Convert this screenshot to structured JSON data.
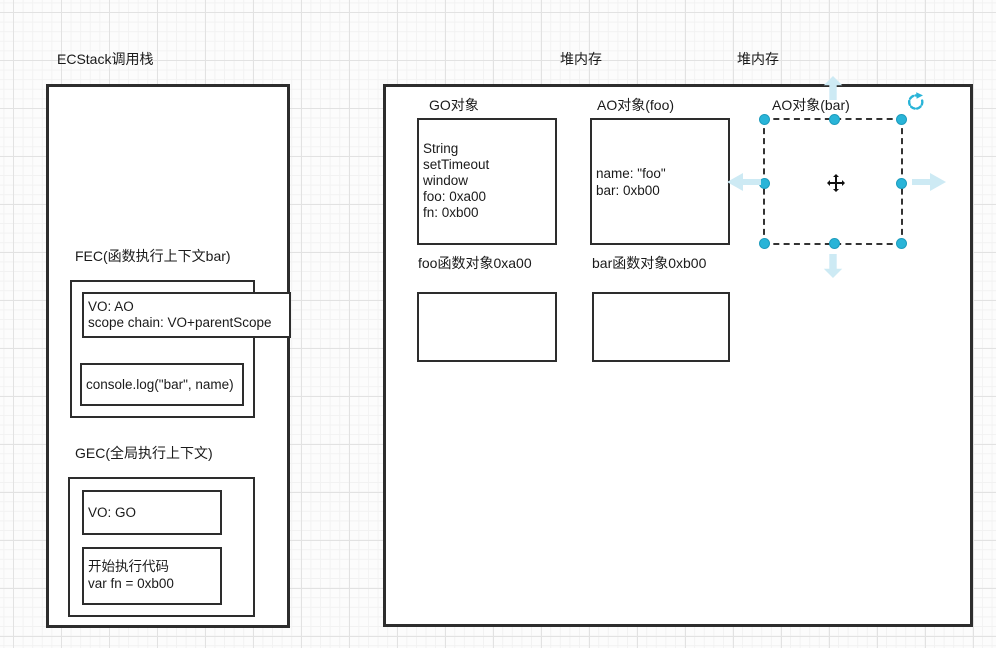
{
  "colors": {
    "stroke": "#2d2d2d",
    "selection_handle": "#29b4d8",
    "selection_arrow": "#cdeaf4",
    "grid_major": "#e2e2e2",
    "grid_minor": "#f2f2f2",
    "background": "#fcfcfc"
  },
  "icons": {
    "rotate_handle": "rotate-cw-circular-arrow",
    "move_cursor": "four-way-move-arrows",
    "quick_arrows": [
      "up",
      "left",
      "right",
      "down"
    ]
  },
  "stack": {
    "title": "ECStack调用栈",
    "fec": {
      "label": "FEC(函数执行上下文bar)",
      "vo_line1": "VO: AO",
      "vo_line2": "scope chain: VO+parentScope",
      "console_text": "console.log(\"bar\", name)"
    },
    "gec": {
      "label": "GEC(全局执行上下文)",
      "vo_text": "VO: GO",
      "code_line1": "开始执行代码",
      "code_line2": "var fn = 0xb00"
    }
  },
  "heap": {
    "label_left": "堆内存",
    "label_right": "堆内存",
    "go_object": {
      "title": "GO对象",
      "lines": [
        "String",
        "setTimeout",
        "window",
        "foo: 0xa00",
        "fn: 0xb00"
      ]
    },
    "ao_foo": {
      "title": "AO对象(foo)",
      "lines": [
        "name: \"foo\"",
        "bar: 0xb00"
      ]
    },
    "ao_bar": {
      "title": "AO对象(bar)"
    },
    "foo_fn": {
      "title": "foo函数对象0xa00"
    },
    "bar_fn": {
      "title": "bar函数对象0xb00"
    }
  }
}
